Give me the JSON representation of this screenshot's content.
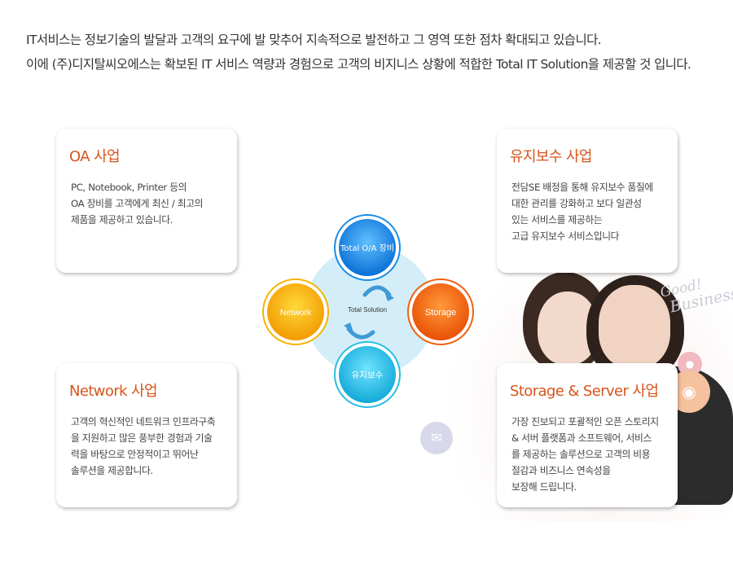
{
  "intro": {
    "line1": "IT서비스는 정보기술의 발달과 고객의 요구에 발 맞추어 지속적으로 발전하고 그 영역 또한 점차 확대되고 있습니다.",
    "line2": "이에 (주)디지탈씨오에스는 확보된 IT 서비스 역량과 경험으로 고객의 비지니스 상황에 적합한 Total IT Solution을 제공할 것 입니다."
  },
  "cards": {
    "oa": {
      "title": "OA 사업",
      "lines": [
        "PC, Notebook, Printer 등의",
        "OA 장비를 고객에게 최신 / 최고의",
        "제품을 제공하고 있습니다."
      ]
    },
    "maintenance": {
      "title": "유지보수 사업",
      "lines": [
        "전담SE 배정을 통해 유지보수 품질에",
        "대한 관리를 강화하고 보다 일관성",
        "있는 서비스를 제공하는",
        "고급 유지보수 서비스입니다"
      ]
    },
    "network": {
      "title": "Network 사업",
      "lines": [
        "고객의 혁신적인 네트워크 인프라구축",
        "을 지원하고 많은 풍부한 경험과 기술",
        "력을 바탕으로 안정적이고 뛰어난",
        "솔루션을 제공합니다."
      ]
    },
    "storage": {
      "title": "Storage & Server 사업",
      "lines": [
        "가장 진보되고 포괄적인 오픈 스토리지",
        "& 서버 플랫폼과 소프트웨어, 서비스",
        "를 제공하는 솔루션으로 고객의 비용",
        "절감과 비즈니스 연속성을",
        "보장해 드립니다."
      ]
    }
  },
  "diagram": {
    "center_label": "Total Solution",
    "nodes": {
      "top": "Total O/A 장비",
      "left": "Network",
      "right": "Storage",
      "bottom": "유지보수"
    }
  },
  "photo": {
    "overlay_line1": "Good!",
    "overlay_line2": "Business"
  },
  "colors": {
    "title_orange": "#d8541a",
    "text_gray": "#444444",
    "node_blue": "#1a8de8",
    "node_yellow": "#f6b300",
    "node_orange": "#f06010",
    "node_cyan": "#29bfe3",
    "center_disc": "#d4eef9",
    "arrow_blue": "#3f9ad6"
  },
  "icons": {
    "wifi": "wifi-icon",
    "mail": "mail-icon",
    "badge": "badge-icon",
    "arrows": "cycle-arrow-icon"
  }
}
